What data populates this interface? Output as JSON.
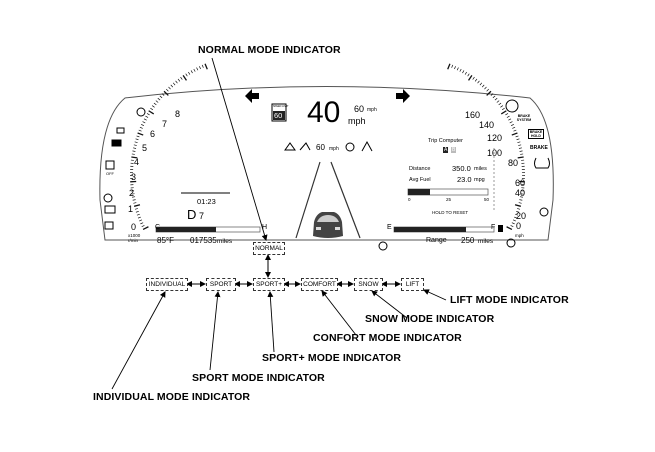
{
  "callouts": {
    "normal": "NORMAL MODE INDICATOR",
    "lift": "LIFT MODE INDICATOR",
    "snow": "SNOW MODE INDICATOR",
    "comfort": "CONFORT MODE INDICATOR",
    "sport_plus": "SPORT+ MODE INDICATOR",
    "sport": "SPORT MODE INDICATOR",
    "individual": "INDIVIDUAL MODE INDICATOR"
  },
  "modes": {
    "normal": "NORMAL",
    "individual": "INDIVIDUAL",
    "sport": "SPORT",
    "sport_plus": "SPORT+",
    "comfort": "COMFORT",
    "snow": "SNOW",
    "lift": "LIFT"
  },
  "tach": {
    "ticks": [
      "0",
      "1",
      "2",
      "3",
      "4",
      "5",
      "6",
      "7",
      "8"
    ],
    "unit_line1": "x1000",
    "unit_line2": "r/min"
  },
  "speedo": {
    "ticks": [
      "0",
      "20",
      "40",
      "60",
      "80",
      "100",
      "120",
      "140",
      "160"
    ],
    "unit": "mph"
  },
  "speed": {
    "value": "40",
    "unit": "mph",
    "set_speed": "60",
    "set_unit": "mph",
    "limit_sign": "60",
    "limit_sign_top": "SPEED LIMIT",
    "acc_speed": "60",
    "acc_unit": "mph"
  },
  "left_panel": {
    "clock": "01:23",
    "gear": "D",
    "gear_sub": "7",
    "temp_cold": "C",
    "temp_hot": "H",
    "outside_temp": "85°F",
    "odometer": "017535",
    "odometer_unit": "miles"
  },
  "trip": {
    "title": "Trip Computer",
    "tab_a": "A",
    "tab_b": "B",
    "distance_label": "Distance",
    "distance_value": "350.0",
    "distance_unit": "miles",
    "fuel_label": "Avg Fuel",
    "fuel_value": "23.0",
    "fuel_unit": "mpg",
    "scale": [
      "0",
      "25",
      "50"
    ],
    "hold": "HOLD TO RESET"
  },
  "fuel": {
    "empty": "E",
    "full": "F",
    "range_label": "Range",
    "range_value": "250",
    "range_unit": "miles"
  },
  "warning_lights": {
    "brake_system": "BRAKE SYSTEM",
    "brake_hold": "BRAKE HOLD",
    "brake": "BRAKE",
    "vsa_off": "OFF"
  },
  "icons": [
    "left-turn-arrow-icon",
    "right-turn-arrow-icon",
    "headlight-icon",
    "fog-light-icon",
    "tpms-icon",
    "seatbelt-icon",
    "airbag-icon",
    "battery-icon",
    "check-engine-icon",
    "oil-icon",
    "vsa-icon",
    "info-icon",
    "fuel-pump-icon",
    "car-icon"
  ]
}
